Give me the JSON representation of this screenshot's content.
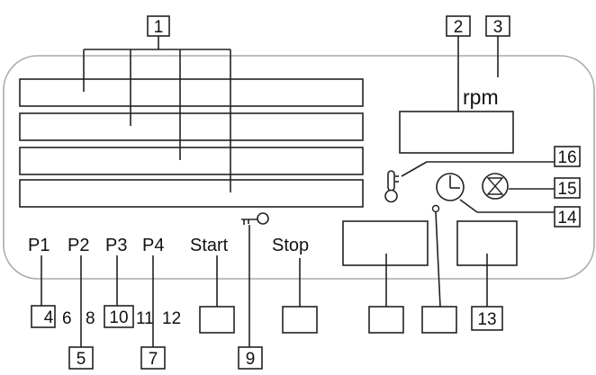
{
  "panel": {
    "rpm_label": "rpm",
    "programs": [
      "P1",
      "P2",
      "P3",
      "P4"
    ],
    "start_label": "Start",
    "stop_label": "Stop"
  },
  "callouts": {
    "c1": "1",
    "c2": "2",
    "c3": "3",
    "c4": "4",
    "c5": "5",
    "c6": "6",
    "c7": "7",
    "c8": "8",
    "c9": "9",
    "c10": "10",
    "c11": "11",
    "c12": "12",
    "c13": "13",
    "c14": "14",
    "c15": "15",
    "c16": "16"
  },
  "icons": {
    "key": "key-icon",
    "thermometer": "thermometer-icon",
    "clock": "clock-icon",
    "hourglass": "hourglass-icon",
    "led": "led-indicator"
  }
}
